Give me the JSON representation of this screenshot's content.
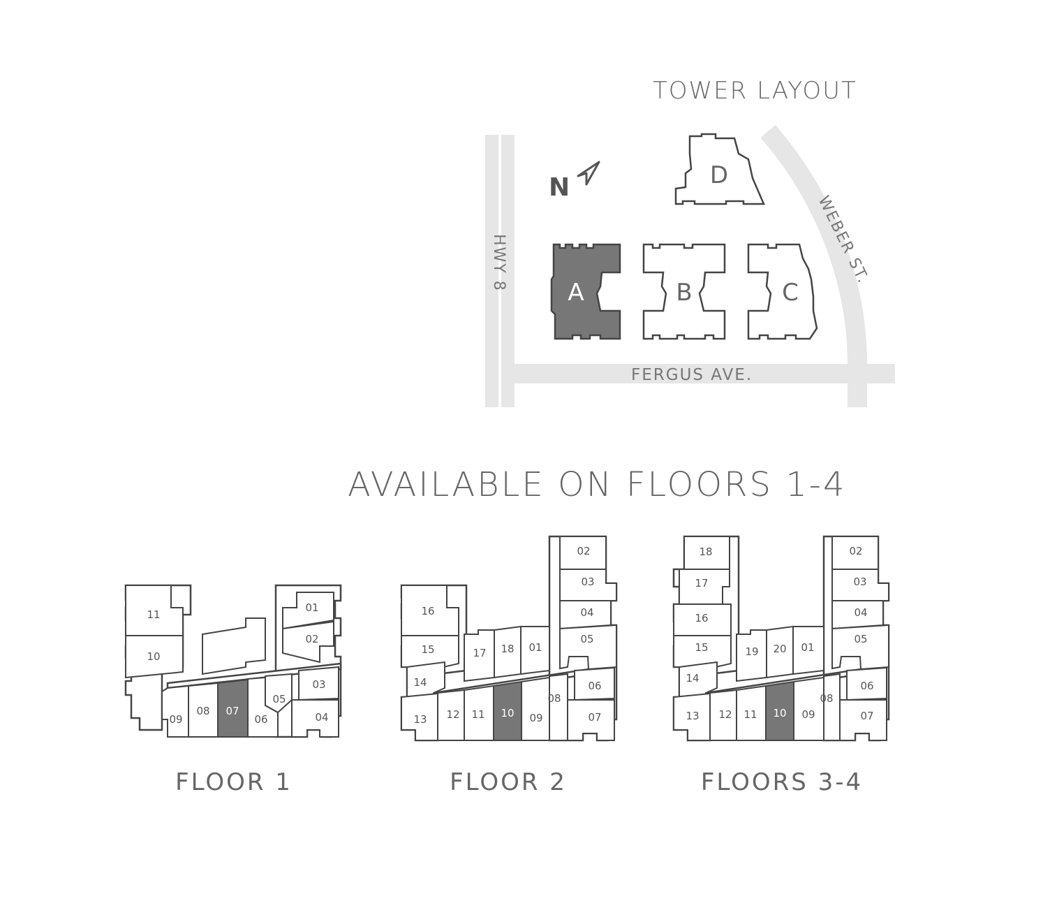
{
  "tower_layout": {
    "title": "TOWER LAYOUT",
    "north_label": "N",
    "roads": {
      "hwy": "HWY 8",
      "fergus": "FERGUS AVE.",
      "weber": "WEBER ST."
    },
    "towers": [
      {
        "label": "A",
        "selected": true
      },
      {
        "label": "B",
        "selected": false
      },
      {
        "label": "C",
        "selected": false
      },
      {
        "label": "D",
        "selected": false
      }
    ]
  },
  "availability_title": "AVAILABLE ON FLOORS 1-4",
  "floors": [
    {
      "caption": "FLOOR 1",
      "units": [
        "11",
        "10",
        "01",
        "02",
        "03",
        "05",
        "04",
        "09",
        "08",
        "07",
        "06"
      ],
      "highlight": "07"
    },
    {
      "caption": "FLOOR 2",
      "units": [
        "16",
        "15",
        "14",
        "13",
        "12",
        "11",
        "10",
        "09",
        "17",
        "18",
        "01",
        "02",
        "03",
        "04",
        "05",
        "06",
        "07",
        "08"
      ],
      "highlight": "10"
    },
    {
      "caption": "FLOORS 3-4",
      "units": [
        "18",
        "17",
        "16",
        "15",
        "14",
        "13",
        "12",
        "11",
        "10",
        "09",
        "19",
        "20",
        "01",
        "02",
        "03",
        "04",
        "05",
        "06",
        "07",
        "08"
      ],
      "highlight": "10"
    }
  ],
  "colors": {
    "highlight": "#777777",
    "road": "#e6e6e6",
    "outline": "#444444",
    "text": "#666666"
  }
}
